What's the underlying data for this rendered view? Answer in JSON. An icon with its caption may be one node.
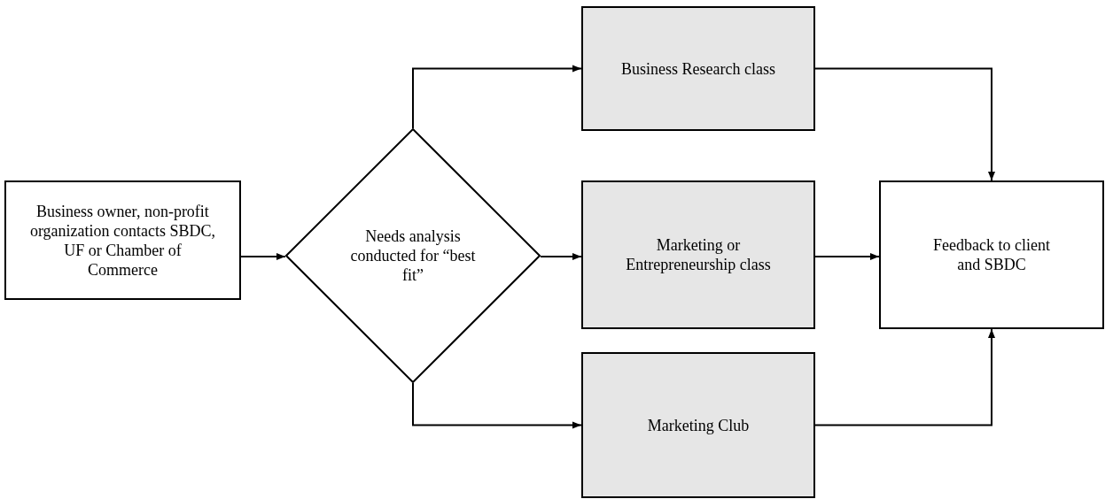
{
  "diagram": {
    "nodes": [
      {
        "text": [
          "Business owner, non-profit organization contacts SBDC, UF or Chamber of Commerce"
        ]
      },
      {
        "text": [
          "Needs analysis conducted for “best fit”"
        ]
      },
      {
        "text": [
          "Business Research class"
        ]
      },
      {
        "text": [
          "Marketing or Entrepreneurship class"
        ]
      },
      {
        "text": [
          "Marketing Club"
        ]
      },
      {
        "text": [
          "Feedback to client and SBDC"
        ]
      }
    ],
    "edges": [
      {
        "from": 0,
        "to": 1,
        "arrow": "to"
      },
      {
        "from": 1,
        "to": 2,
        "arrow": "to"
      },
      {
        "from": 1,
        "to": 3,
        "arrow": "to"
      },
      {
        "from": 1,
        "to": 4,
        "arrow": "to"
      },
      {
        "from": 2,
        "to": 5,
        "arrow": "to"
      },
      {
        "from": 3,
        "to": 5,
        "arrow": "to"
      },
      {
        "from": 4,
        "to": 5,
        "arrow": "to"
      }
    ]
  }
}
